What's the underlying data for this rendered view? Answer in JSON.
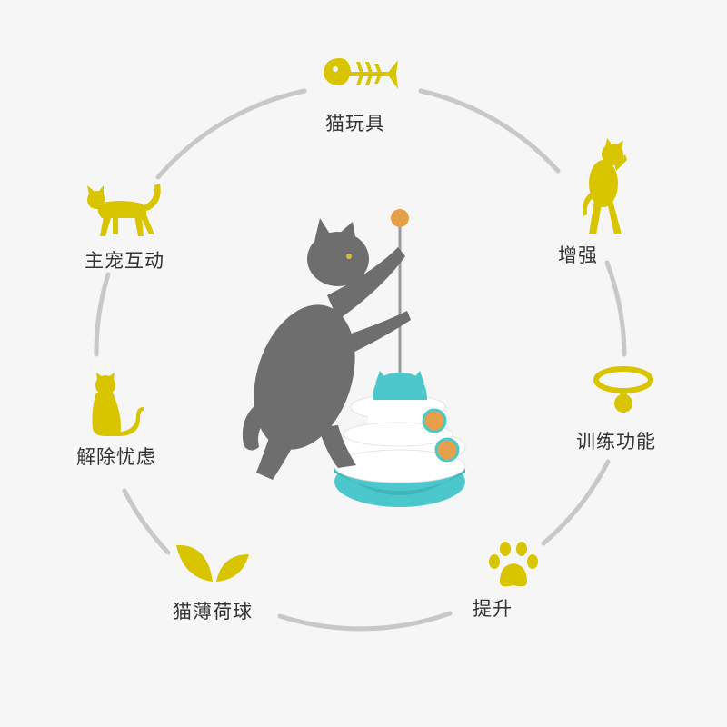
{
  "colors": {
    "background": "#f6f6f6",
    "ring": "#c8c8c8",
    "icon": "#d9c400",
    "text": "#333333",
    "toy_teal": "#4cc8cc",
    "toy_white": "#ffffff",
    "cat_grey": "#6e6e6e",
    "ball_orange": "#e6a04a"
  },
  "features": [
    {
      "id": "cat-toy",
      "label": "猫玩具",
      "icon": "fish-bone-icon"
    },
    {
      "id": "strengthen",
      "label": "增强",
      "icon": "standing-cat-icon"
    },
    {
      "id": "training",
      "label": "训练功能",
      "icon": "collar-icon"
    },
    {
      "id": "improve",
      "label": "提升",
      "icon": "paw-icon"
    },
    {
      "id": "catnip-ball",
      "label": "猫薄荷球",
      "icon": "leaf-icon"
    },
    {
      "id": "relieve-worry",
      "label": "解除忧虑",
      "icon": "sitting-cat-icon"
    },
    {
      "id": "owner-interaction",
      "label": "主宠互动",
      "icon": "walking-cat-icon"
    }
  ]
}
